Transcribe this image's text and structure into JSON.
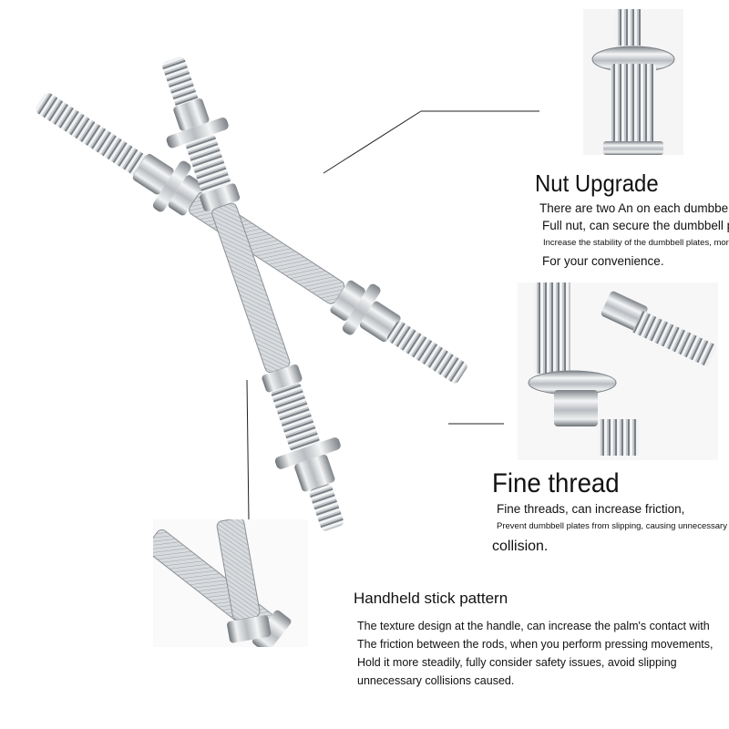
{
  "colors": {
    "background": "#ffffff",
    "chrome": "#c9ccd0",
    "chrome_dark": "#6e7378",
    "text": "#111111"
  },
  "icons": [
    "dumbbell-bar-image",
    "nut-closeup-image",
    "thread-closeup-image",
    "handle-closeup-image"
  ],
  "nut_upgrade": {
    "heading": "Nut Upgrade",
    "lines": [
      "There are two An on each dumbbell bar",
      "Full nut, can secure the dumbbell plate",
      "Increase the stability of the dumbbell plates, more",
      "For your convenience."
    ]
  },
  "fine_thread": {
    "heading": "Fine thread",
    "lines": [
      "Fine threads, can increase friction,",
      "Prevent dumbbell plates from slipping, causing unnecessary",
      "collision."
    ]
  },
  "handle_pattern": {
    "heading": "Handheld stick pattern",
    "lines": [
      "The texture design at the handle, can increase the palm's contact with",
      "The friction between the rods, when you perform pressing movements,",
      "Hold it more steadily, fully consider safety issues, avoid slipping",
      "unnecessary collisions caused."
    ]
  }
}
